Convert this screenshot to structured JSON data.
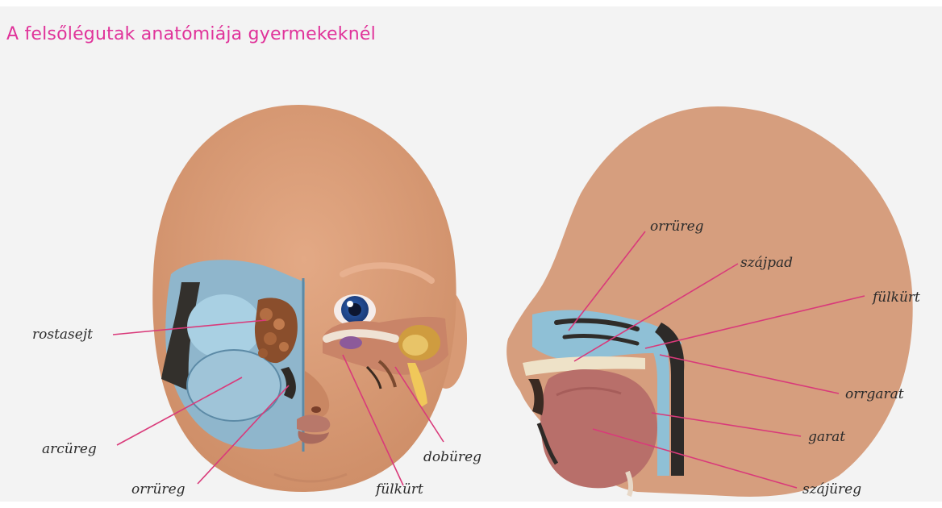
{
  "title": "A felsőlégutak anatómiája gyermekeknél",
  "labels": {
    "front": {
      "rostasejt": "rostasejt",
      "arcureg": "arcüreg",
      "orrureg": "orrüreg",
      "fulkurt": "fülkürt",
      "dobureg": "dobüreg"
    },
    "side": {
      "orrureg": "orrüreg",
      "szajpad": "szájpad",
      "fulkurt": "fülkürt",
      "orrgarat": "orrgarat",
      "garat": "garat",
      "szajureg": "szájüreg"
    }
  },
  "colors": {
    "title": "#e0339a",
    "leader": "#d93a7a",
    "skin": "#d69e7e",
    "airway": "#8fc0d6"
  }
}
